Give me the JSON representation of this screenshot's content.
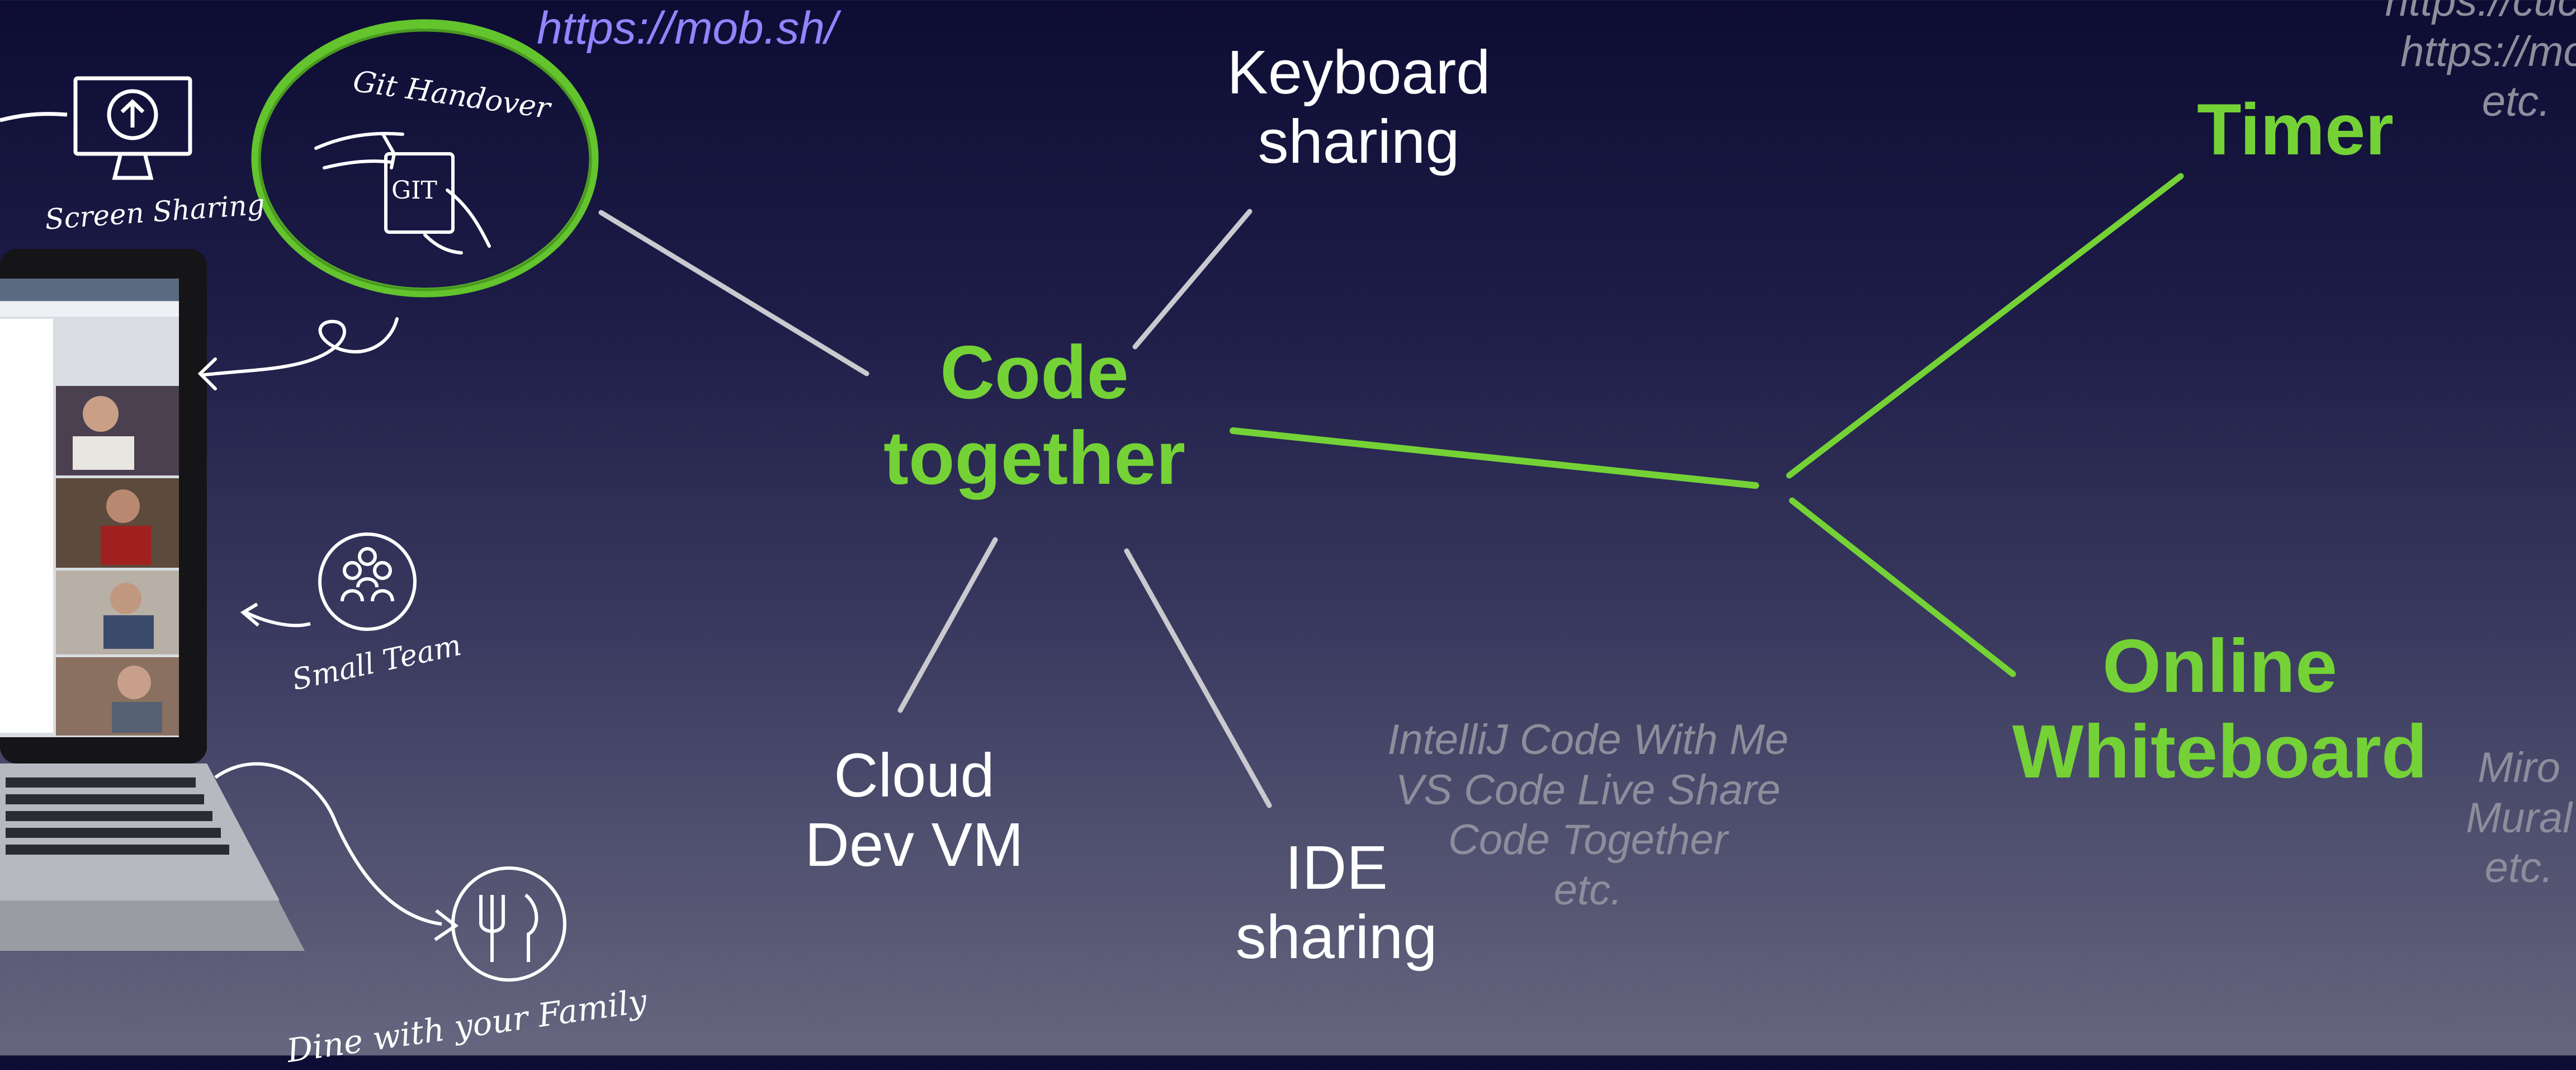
{
  "colors": {
    "accent_green": "#74d236",
    "link": "#8f86ff",
    "muted": "#8d8d9c",
    "text": "#ffffff"
  },
  "icons": [
    "upload-monitor-icon",
    "git-handover-hand-icon",
    "team-icon",
    "fork-knife-icon",
    "laptop-illustration"
  ],
  "illustration": {
    "url": "https://mob.sh/",
    "screen_sharing": "Screen Sharing",
    "git_handover": "Git Handover",
    "git": "GIT",
    "small_team": "Small Team",
    "dine": "Dine with your Family"
  },
  "center": {
    "line1": "Code",
    "line2": "together"
  },
  "keyboard": {
    "line1": "Keyboard",
    "line2": "sharing"
  },
  "cloud": {
    "line1": "Cloud",
    "line2": "Dev VM"
  },
  "ide": {
    "line1": "IDE",
    "line2": "sharing"
  },
  "ide_tools": [
    "IntelliJ Code With Me",
    "VS Code Live Share",
    "Code Together",
    "etc."
  ],
  "timer": {
    "title": "Timer",
    "tools": [
      "https://cuckoo",
      "https://mobti",
      "etc."
    ]
  },
  "whiteboard": {
    "line1": "Online",
    "line2": "Whiteboard",
    "tools": [
      "Miro",
      "Mural",
      "etc."
    ]
  }
}
